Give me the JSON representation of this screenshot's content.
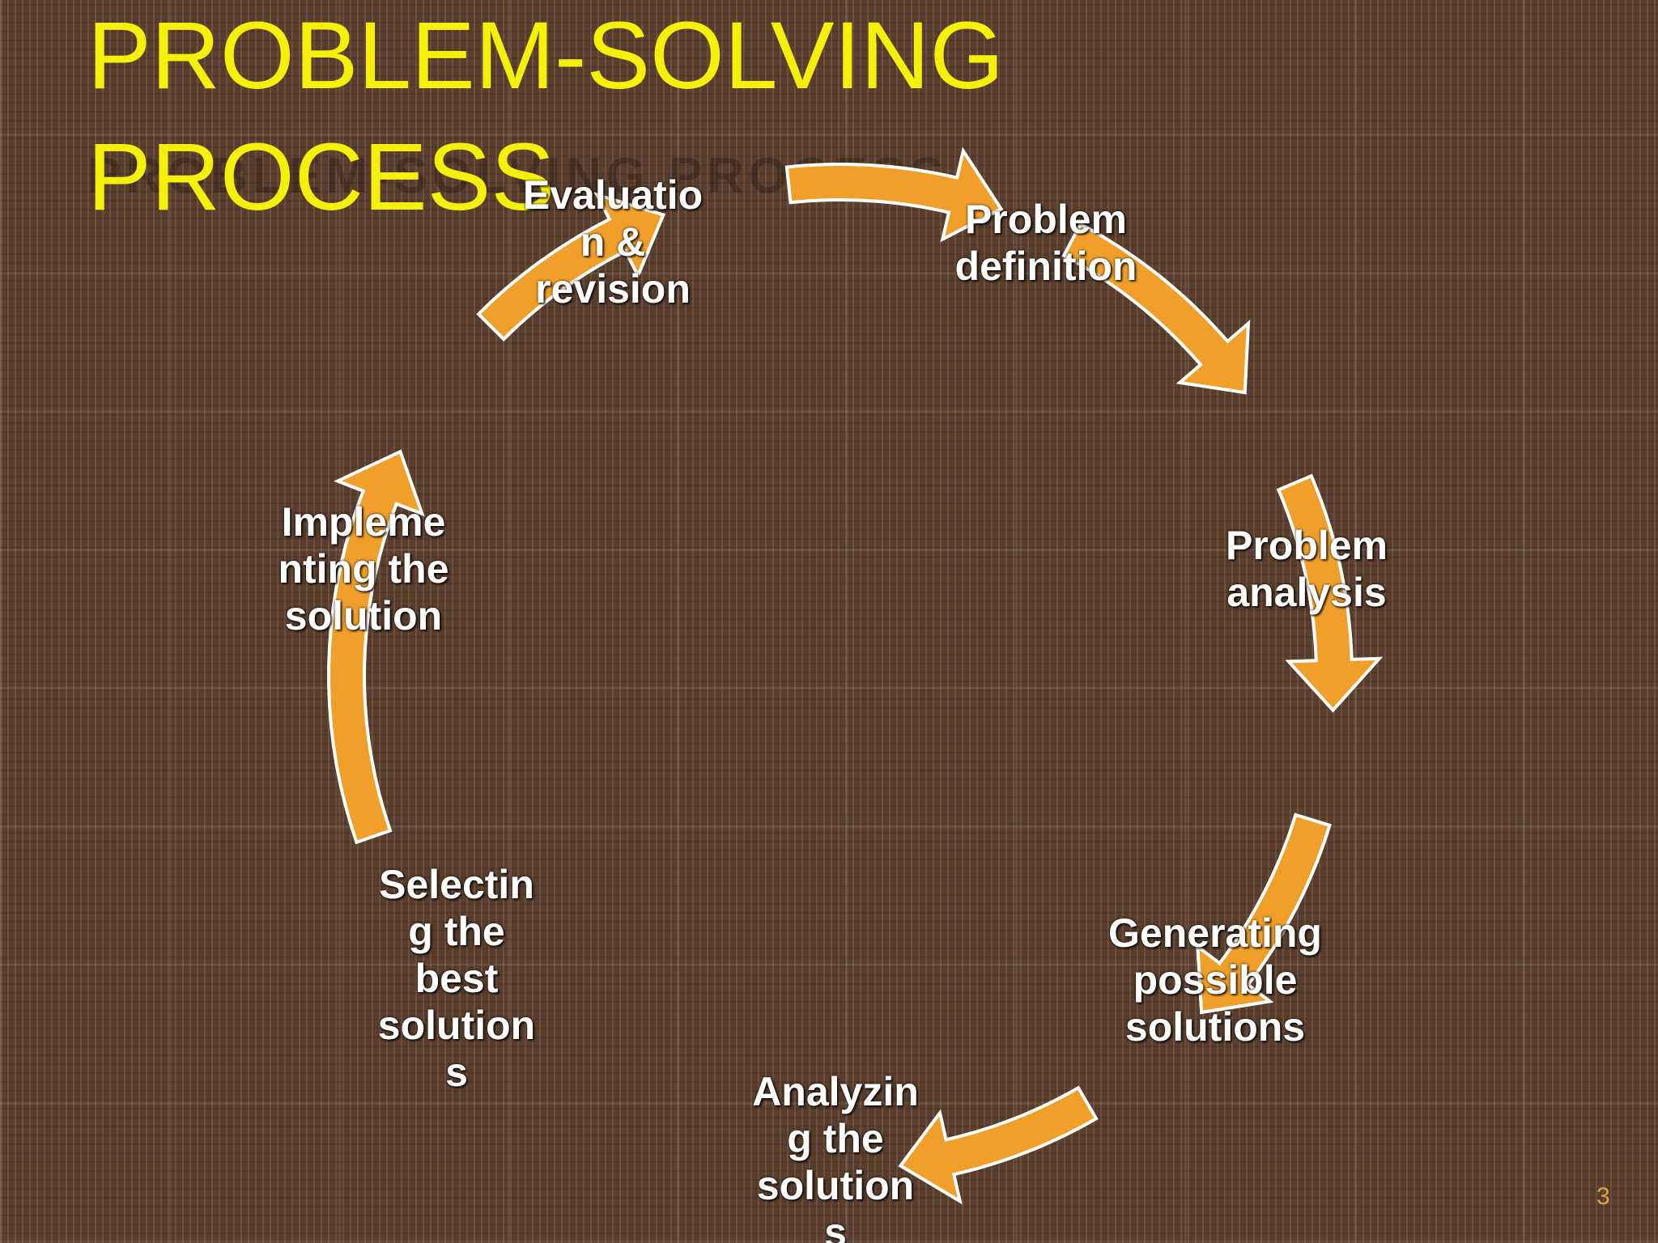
{
  "slide": {
    "title": "PROBLEM-SOLVING\nPROCESS",
    "page_number": "3"
  },
  "diagram": {
    "arrow_color": "#f0a02a",
    "arrow_outline": "#ffffff",
    "text_color": "#ffffff",
    "title_color": "#f5f00a",
    "steps": [
      {
        "label": "Problem\ndefinition"
      },
      {
        "label": "Problem\nanalysis"
      },
      {
        "label": "Generating\npossible\nsolutions"
      },
      {
        "label": "Analyzin\ng the\nsolution\ns"
      },
      {
        "label": "Selectin\ng the\nbest\nsolution\ns"
      },
      {
        "label": "Impleme\nnting the\nsolution"
      },
      {
        "label": "Evaluatio\nn &\nrevision"
      }
    ]
  }
}
